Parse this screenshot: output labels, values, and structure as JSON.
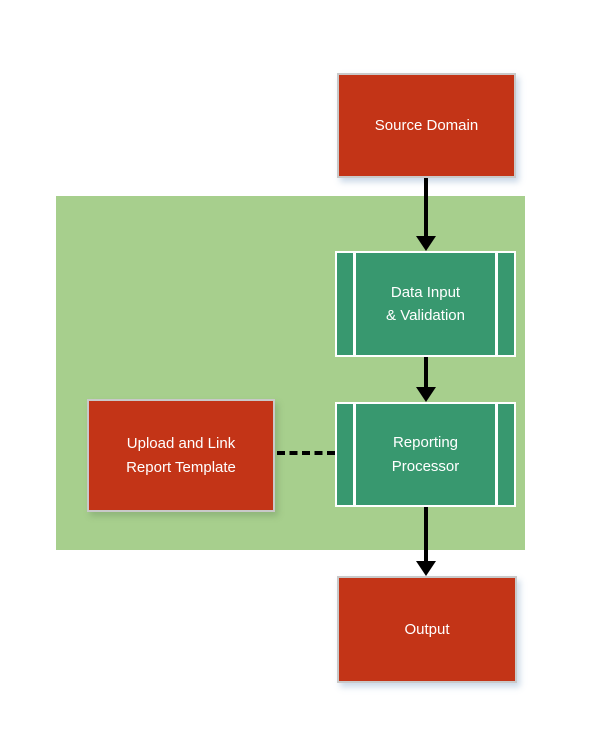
{
  "diagram": {
    "nodes": {
      "source_domain": {
        "label": "Source Domain",
        "fill": "#C33417"
      },
      "data_input_validation": {
        "label": "Data Input\n& Validation",
        "fill": "#38986F"
      },
      "reporting_processor": {
        "label": "Reporting\nProcessor",
        "fill": "#38986F"
      },
      "upload_link_template": {
        "label": "Upload and Link\nReport Template",
        "fill": "#C33417"
      },
      "output": {
        "label": "Output",
        "fill": "#C33417"
      }
    },
    "edges": [
      {
        "from": "source_domain",
        "to": "data_input_validation",
        "style": "solid-arrow"
      },
      {
        "from": "data_input_validation",
        "to": "reporting_processor",
        "style": "solid-arrow"
      },
      {
        "from": "reporting_processor",
        "to": "output",
        "style": "solid-arrow"
      },
      {
        "from": "upload_link_template",
        "to": "reporting_processor",
        "style": "dashed-line"
      }
    ],
    "colors": {
      "node-red": "#C33417",
      "node-teal": "#38986F",
      "container-green": "#A7CF8D",
      "connector-black": "#000000",
      "node-border-gray": "#C9C9C9",
      "label-white": "#FFFFFF",
      "page-bg": "#FFFFFF"
    }
  }
}
